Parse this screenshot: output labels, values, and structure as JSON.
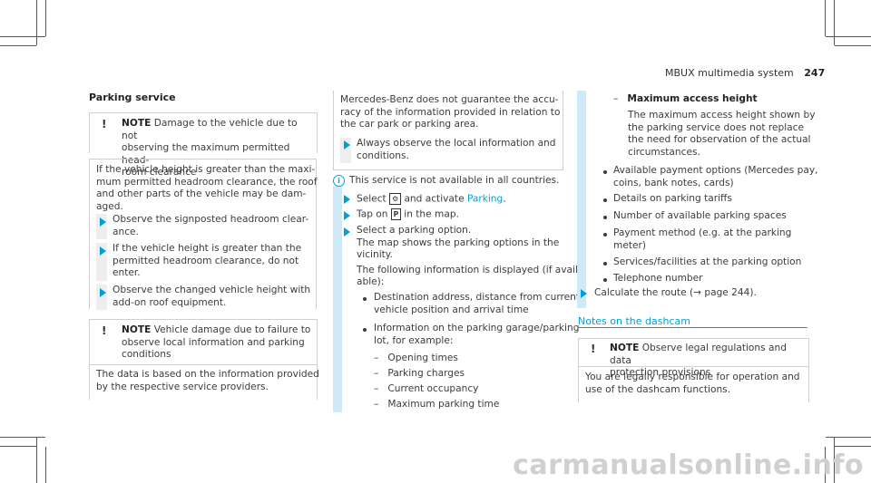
{
  "header": {
    "title": "MBUX multimedia system",
    "page_number": "247"
  },
  "col1": {
    "section_title": "Parking service",
    "note1": {
      "icon": "!",
      "label": "NOTE",
      "line1": "Damage to the vehicle due to not",
      "line2": "observing the maximum permitted head-",
      "line3": "room clearance"
    },
    "para1": [
      "If the vehicle height is greater than the maxi-",
      "mum permitted headroom clearance, the roof",
      "and other parts of the vehicle may be dam-",
      "aged."
    ],
    "step1": [
      "Observe the signposted headroom clear-",
      "ance."
    ],
    "step2": [
      "If the vehicle height is greater than the",
      "permitted headroom clearance, do not",
      "enter."
    ],
    "step3": [
      "Observe the changed vehicle height with",
      "add-on roof equipment."
    ],
    "note2": {
      "icon": "!",
      "label": "NOTE",
      "line1": "Vehicle damage due to failure to",
      "line2": "observe local information and parking",
      "line3": "conditions"
    },
    "para2": [
      "The data is based on the information provided",
      "by the respective service providers."
    ]
  },
  "col2": {
    "para1": [
      "Mercedes-Benz does not guarantee the accu-",
      "racy of the information provided in relation to",
      "the car park or parking area."
    ],
    "step_always": [
      "Always observe the local information and",
      "conditions."
    ],
    "info": "This service is not available in all countries.",
    "select_pre": "Select",
    "select_icon": "⚙",
    "select_mid": "and activate",
    "select_link": "Parking",
    "select_post": ".",
    "tap_pre": "Tap on",
    "tap_icon": "P",
    "tap_post": "in the map.",
    "select_option": [
      "Select a parking option.",
      "The map shows the parking options in the",
      "vicinity."
    ],
    "following": [
      "The following information is displayed (if avail-",
      "able):"
    ],
    "bullets": [
      [
        "Destination address, distance from current",
        "vehicle position and arrival time"
      ],
      [
        "Information on the parking garage/parking",
        "lot, for example:"
      ]
    ],
    "dashes": [
      "Opening times",
      "Parking charges",
      "Current occupancy",
      "Maximum parking time"
    ]
  },
  "col3": {
    "dash_title": "Maximum access height",
    "dash_text": [
      "The maximum access height shown by",
      "the parking service does not replace",
      "the need for observation of the actual",
      "circumstances."
    ],
    "bullets": [
      [
        "Available payment options (Mercedes pay,",
        "coins, bank notes, cards)"
      ],
      [
        "Details on parking tariffs"
      ],
      [
        "Number of available parking spaces"
      ],
      [
        "Payment method (e.g. at the parking",
        "meter)"
      ],
      [
        "Services/facilities at the parking option"
      ],
      [
        "Telephone number"
      ]
    ],
    "calc_pre": "Calculate the route (",
    "calc_arrow": "→",
    "calc_post": " page 244).",
    "section_title": "Notes on the dashcam",
    "note": {
      "icon": "!",
      "label": "NOTE",
      "line1": "Observe legal regulations and data",
      "line2": "protection provisions"
    },
    "para": [
      "You are legally responsible for operation and",
      "use of the dashcam functions."
    ]
  },
  "watermark": "carmanualsonline.info",
  "colors": {
    "accent": "#00a0d6",
    "text": "#3c3c3c"
  }
}
